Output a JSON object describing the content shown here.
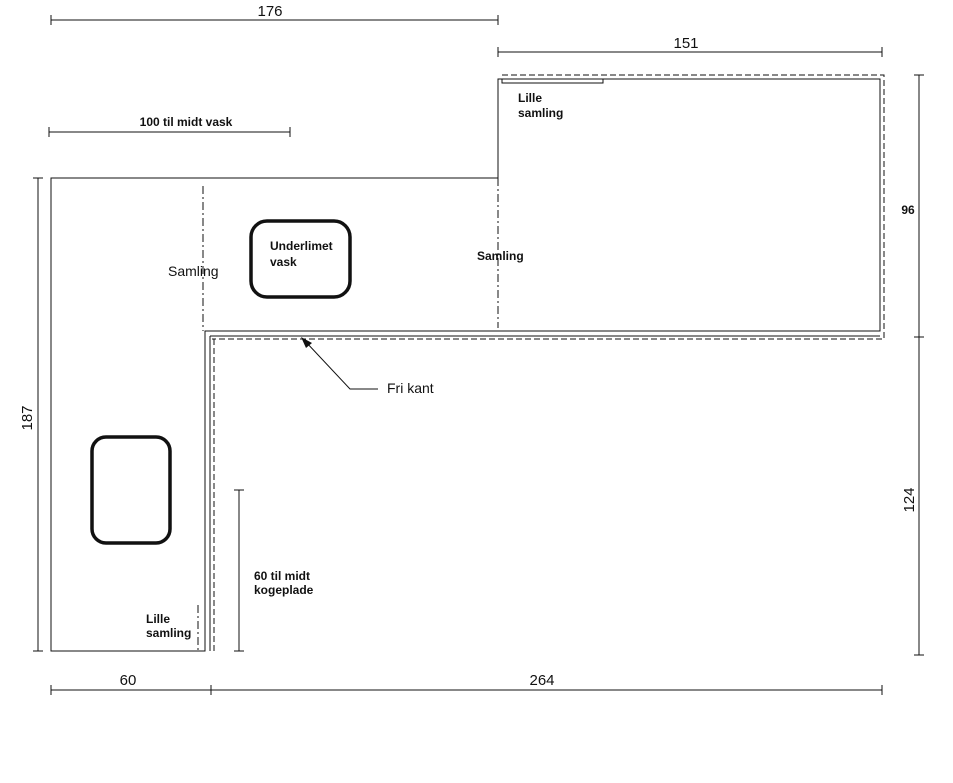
{
  "dimensions": {
    "top_total": "176",
    "top_right": "151",
    "sink_offset": "100 til midt vask",
    "right_upper": "96",
    "right_lower": "124",
    "left_total": "187",
    "bottom_left": "60",
    "bottom_right": "264",
    "hob_offset_line1": "60 til midt",
    "hob_offset_line2": "kogeplade"
  },
  "labels": {
    "small_joint_top_line1": "Lille",
    "small_joint_top_line2": "samling",
    "sink_line1": "Underlimet",
    "sink_line2": "vask",
    "joint_left": "Samling",
    "joint_middle": "Samling",
    "free_edge": "Fri kant",
    "small_joint_bottom_line1": "Lille",
    "small_joint_bottom_line2": "samling"
  }
}
